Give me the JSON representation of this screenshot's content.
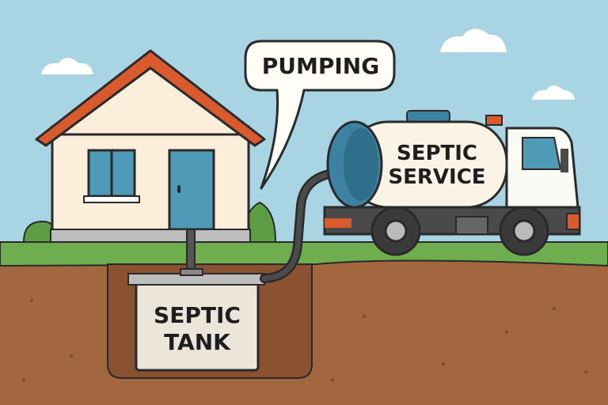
{
  "speech_bubble": {
    "text": "PUMPING"
  },
  "truck": {
    "tank_line1": "SEPTIC",
    "tank_line2": "SERVICE"
  },
  "septic_tank": {
    "line1": "SEPTIC",
    "line2": "TANK"
  },
  "colors": {
    "sky": "#a8d4e4",
    "ground": "#a2673f",
    "grass": "#6fae4f",
    "roof": "#d95a2c",
    "wall": "#fbefdc",
    "door": "#4e9ab7",
    "tank_end": "#3d83a1",
    "outline": "#2a2a2a"
  }
}
